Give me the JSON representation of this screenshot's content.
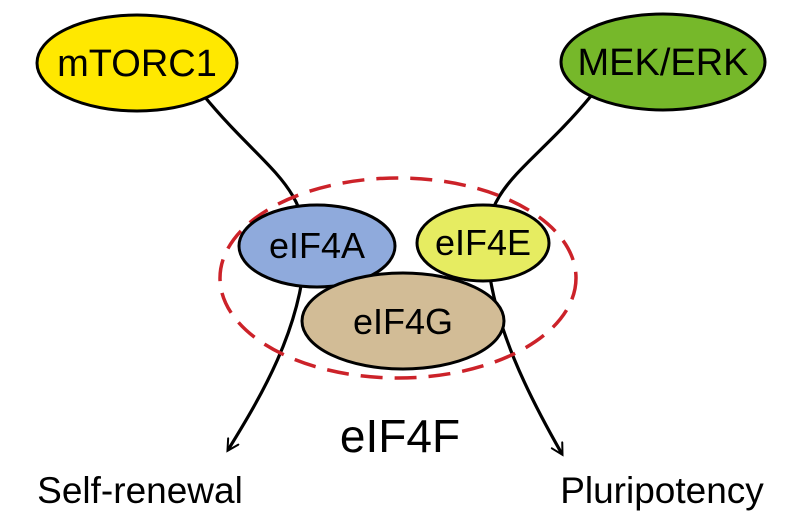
{
  "diagram": {
    "complex_label": "eIF4F",
    "nodes": {
      "mtorc1": {
        "label": "mTORC1",
        "fill": "#ffe800"
      },
      "mekerk": {
        "label": "MEK/ERK",
        "fill": "#76b82a"
      },
      "eif4a": {
        "label": "eIF4A",
        "fill": "#8faadc"
      },
      "eif4e": {
        "label": "eIF4E",
        "fill": "#e6ec61"
      },
      "eif4g": {
        "label": "eIF4G",
        "fill": "#d2bc96"
      }
    },
    "outputs": {
      "left": "Self-renewal",
      "right": "Pluripotency"
    },
    "colors": {
      "complex_boundary": "#cc2229",
      "line": "#000000",
      "node_border": "#000000"
    }
  }
}
